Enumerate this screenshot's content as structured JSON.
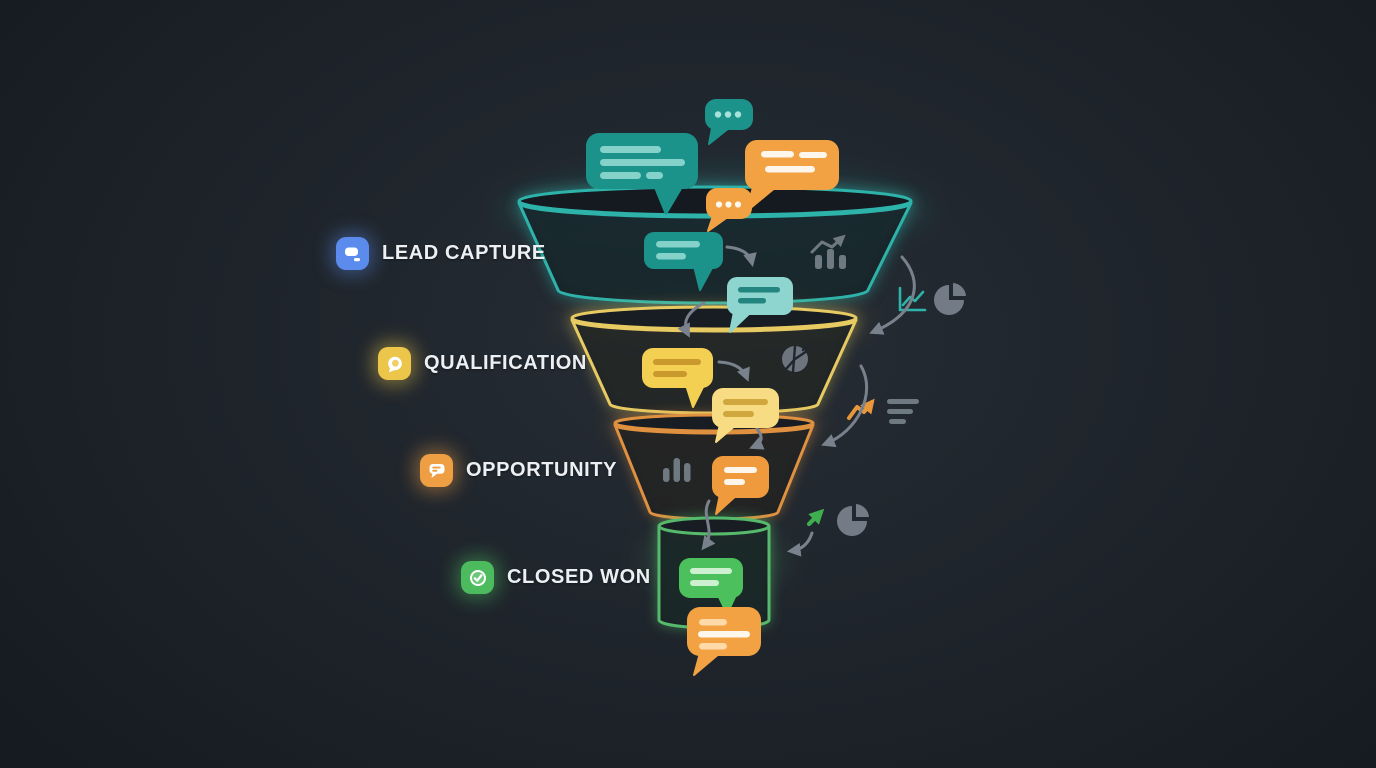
{
  "stages": [
    {
      "label": "LEAD CAPTURE",
      "icon": "chat-bubble-icon",
      "accent_color": "#5b8ced",
      "funnel_stroke": "#2db3aa"
    },
    {
      "label": "QUALIFICATION",
      "icon": "round-chat-icon",
      "accent_color": "#ecc64a",
      "funnel_stroke": "#e7ca62"
    },
    {
      "label": "OPPORTUNITY",
      "icon": "chat-lines-icon",
      "accent_color": "#ef9f43",
      "funnel_stroke": "#e09140"
    },
    {
      "label": "CLOSED WON",
      "icon": "check-circle-icon",
      "accent_color": "#4cbb5d",
      "funnel_stroke": "#56b96b"
    }
  ],
  "decorative_icons": [
    "bar-chart-trend-icon",
    "line-chart-icon",
    "pie-chart-icon",
    "globe-pie-icon",
    "trend-up-orange-icon",
    "text-lines-icon",
    "bar-chart-icon",
    "arrow-up-green-icon"
  ],
  "bubble_colors": {
    "teal": "#1b938b",
    "teal_light": "#8ed5cf",
    "orange": "#f2a143",
    "yellow": "#f3cf52",
    "yellow_light": "#f8dc84",
    "green": "#4bc05c"
  },
  "background": {
    "center_color": "#262d35",
    "edge_color": "#161b21"
  }
}
